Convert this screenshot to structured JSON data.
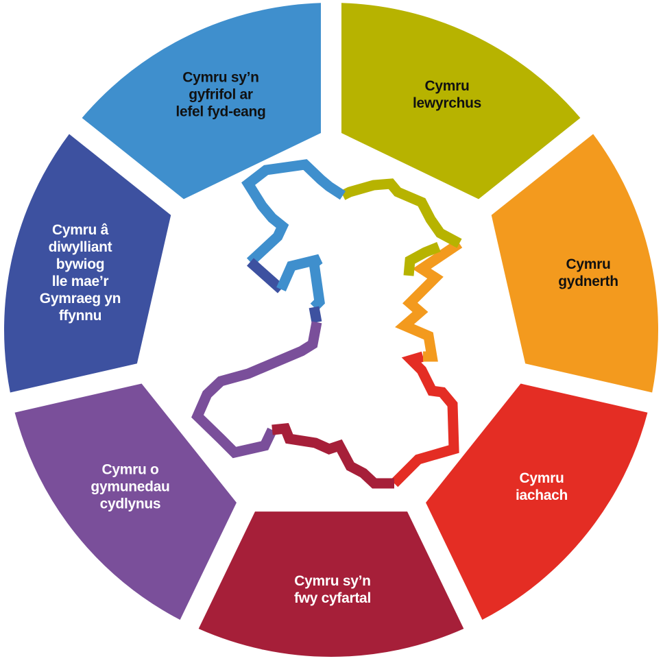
{
  "segments": [
    {
      "label": "Cymru\nlewyrchus",
      "color": "#b7b300",
      "text_color": "#111111"
    },
    {
      "label": "Cymru\ngydnerth",
      "color": "#f39a1e",
      "text_color": "#111111"
    },
    {
      "label": "Cymru\niachach",
      "color": "#e42d24",
      "text_color": "#ffffff"
    },
    {
      "label": "Cymru sy’n\nfwy cyfartal",
      "color": "#a61f39",
      "text_color": "#ffffff"
    },
    {
      "label": "Cymru o\ngymunedau\ncydlynus",
      "color": "#7a4f9a",
      "text_color": "#ffffff"
    },
    {
      "label": "Cymru â\ndiwylliant\nbywiog\nlle mae’r\nGymraeg yn\nffynnu",
      "color": "#3d51a0",
      "text_color": "#ffffff"
    },
    {
      "label": "Cymru sy’n\ngyfrifol ar\nlefel fyd-eang",
      "color": "#3f8fcd",
      "text_color": "#111111"
    }
  ]
}
